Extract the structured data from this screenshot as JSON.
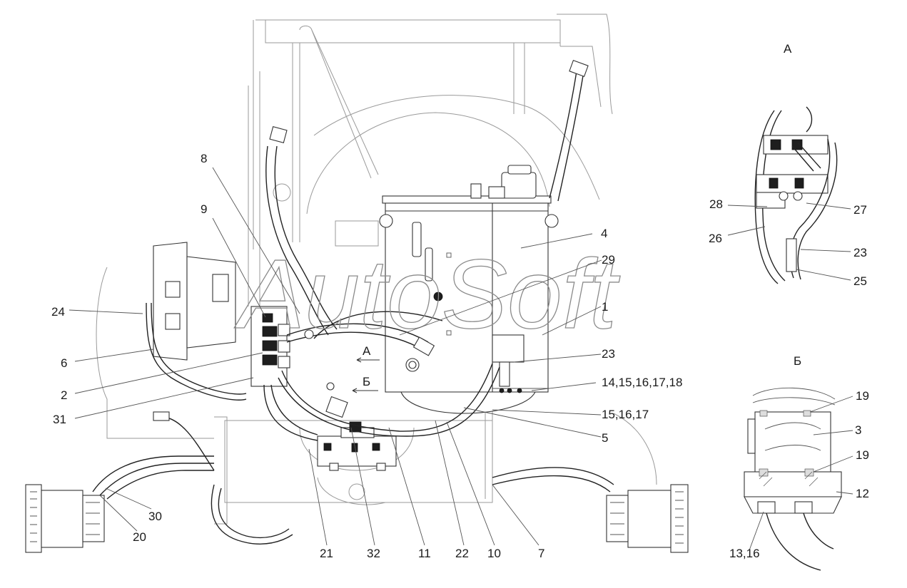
{
  "watermark": "AutoSoft",
  "views": {
    "view_a_title": "А",
    "view_b_title": "Б"
  },
  "arrows": {
    "arrow_a": "А",
    "arrow_b": "Б"
  },
  "callouts_main": [
    "8",
    "9",
    "24",
    "6",
    "2",
    "31",
    "30",
    "20",
    "21",
    "32",
    "11",
    "22",
    "10",
    "7",
    "4",
    "29",
    "1",
    "23",
    "14,15,16,17,18",
    "15,16,17",
    "5"
  ],
  "callouts_view_a": [
    "28",
    "26",
    "27",
    "23",
    "25"
  ],
  "callouts_view_b": [
    "19",
    "3",
    "19",
    "12",
    "13,16"
  ]
}
